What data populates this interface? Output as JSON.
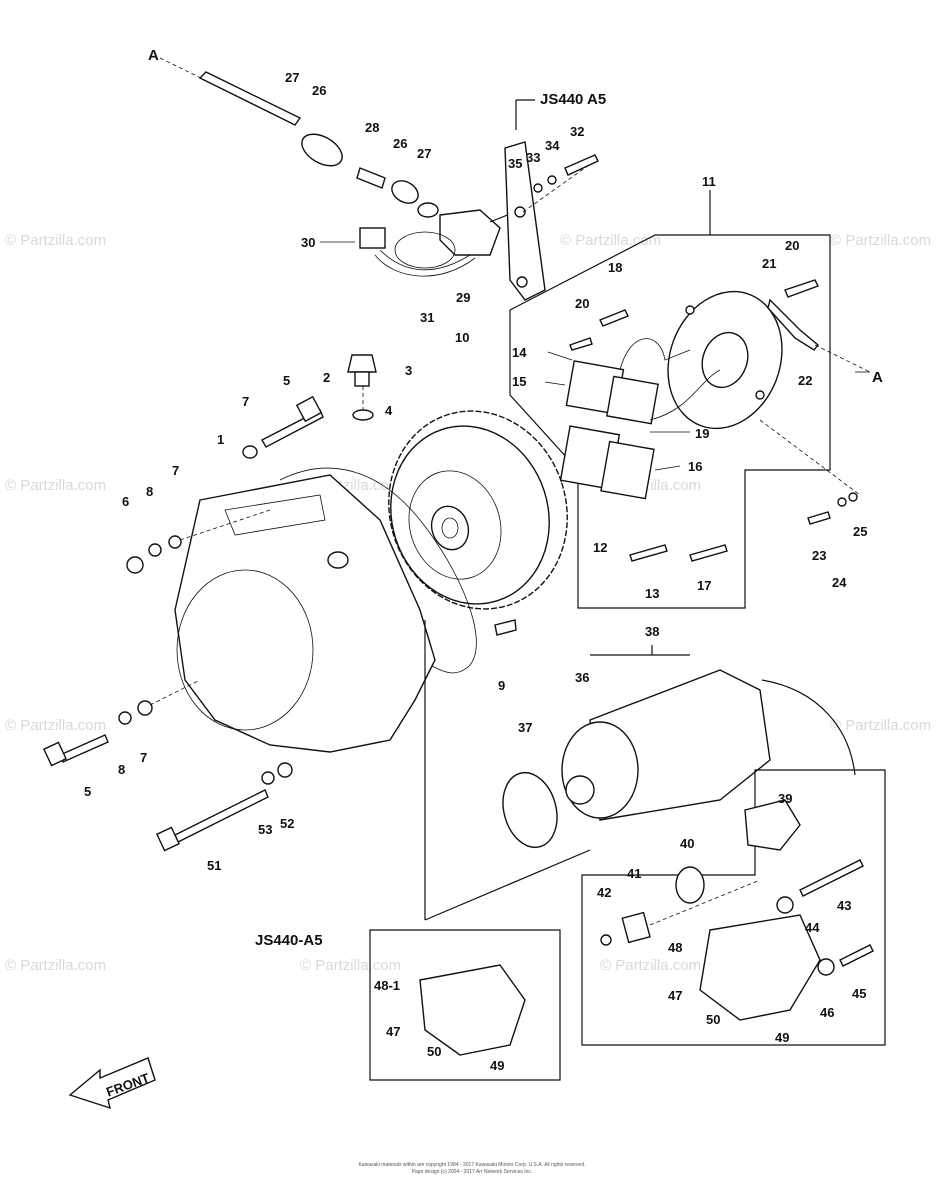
{
  "watermark": "© Partzilla.com",
  "box_labels": {
    "js440_a5_top": "JS440  A5",
    "js440_a5_bottom": "JS440-A5",
    "front": "FRONT",
    "ref_a_top": "A",
    "ref_a_right": "A"
  },
  "callouts": {
    "c1": "1",
    "c2": "2",
    "c3": "3",
    "c4": "4",
    "c5a": "5",
    "c5b": "5",
    "c6": "6",
    "c7a": "7",
    "c7b": "7",
    "c7c": "7",
    "c8a": "8",
    "c8b": "8",
    "c9": "9",
    "c10": "10",
    "c11": "11",
    "c12": "12",
    "c13": "13",
    "c14": "14",
    "c15": "15",
    "c16": "16",
    "c17": "17",
    "c18": "18",
    "c19": "19",
    "c20a": "20",
    "c20b": "20",
    "c21": "21",
    "c22": "22",
    "c23": "23",
    "c24": "24",
    "c25": "25",
    "c26a": "26",
    "c26b": "26",
    "c27a": "27",
    "c27b": "27",
    "c28": "28",
    "c29": "29",
    "c30": "30",
    "c31": "31",
    "c32": "32",
    "c33": "33",
    "c34": "34",
    "c35": "35",
    "c36": "36",
    "c37": "37",
    "c38": "38",
    "c39": "39",
    "c40": "40",
    "c41": "41",
    "c42": "42",
    "c43": "43",
    "c44": "44",
    "c45": "45",
    "c46": "46",
    "c47a": "47",
    "c47b": "47",
    "c48": "48",
    "c48_1": "48-1",
    "c49a": "49",
    "c49b": "49",
    "c50a": "50",
    "c50b": "50",
    "c51": "51",
    "c52": "52",
    "c53": "53"
  },
  "footer": {
    "line1": "Kawasaki materials within are copyright 1984 - 2017 Kawasaki Motors Corp. U.S.A. All rights reserved.",
    "line2": "Page design (c) 2004 - 2017 Arr Network Services Inc."
  }
}
